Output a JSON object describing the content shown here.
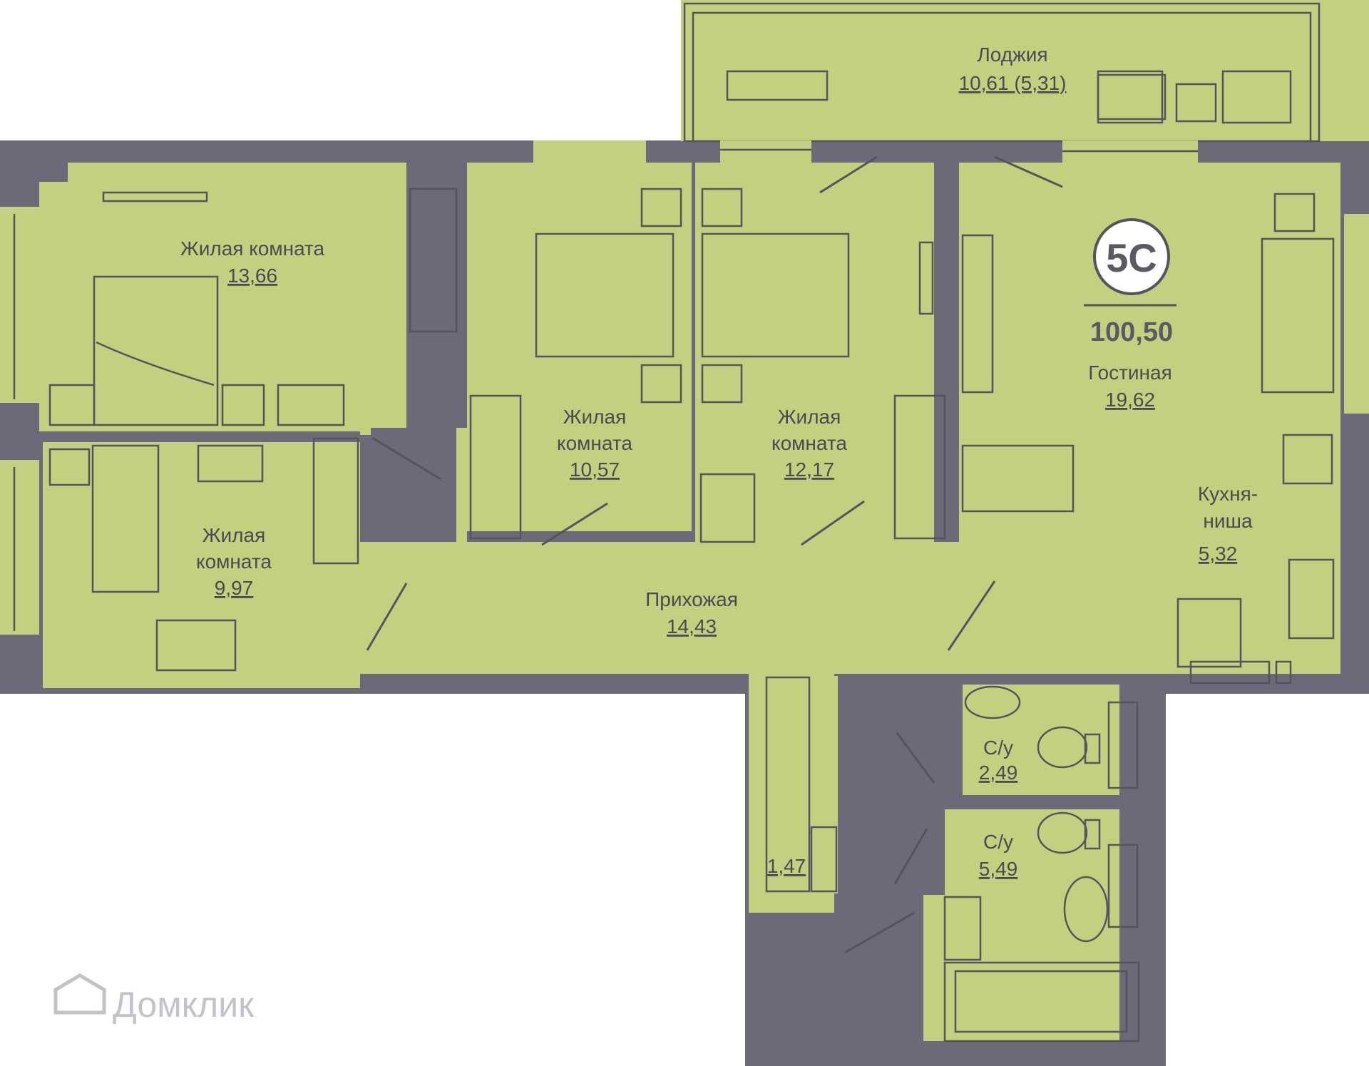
{
  "plan": {
    "badge": "5С",
    "total_area": "100,50",
    "watermark": "Домклик",
    "rooms": [
      {
        "id": "loggia",
        "name": "Лоджия",
        "area": "10,61 (5,31)"
      },
      {
        "id": "bedroom1",
        "name": "Жилая комната",
        "area": "13,66"
      },
      {
        "id": "bedroom2",
        "name_line1": "Жилая",
        "name_line2": "комната",
        "area": "10,57"
      },
      {
        "id": "bedroom3",
        "name_line1": "Жилая",
        "name_line2": "комната",
        "area": "12,17"
      },
      {
        "id": "bedroom4",
        "name_line1": "Жилая",
        "name_line2": "комната",
        "area": "9,97"
      },
      {
        "id": "living",
        "name": "Гостиная",
        "area": "19,62"
      },
      {
        "id": "kitchen",
        "name_line1": "Кухня-",
        "name_line2": "ниша",
        "area": "5,32"
      },
      {
        "id": "hall",
        "name": "Прихожая",
        "area": "14,43"
      },
      {
        "id": "closet",
        "area": "1,47"
      },
      {
        "id": "wc1",
        "name": "С/у",
        "area": "2,49"
      },
      {
        "id": "wc2",
        "name": "С/у",
        "area": "5,49"
      }
    ]
  }
}
